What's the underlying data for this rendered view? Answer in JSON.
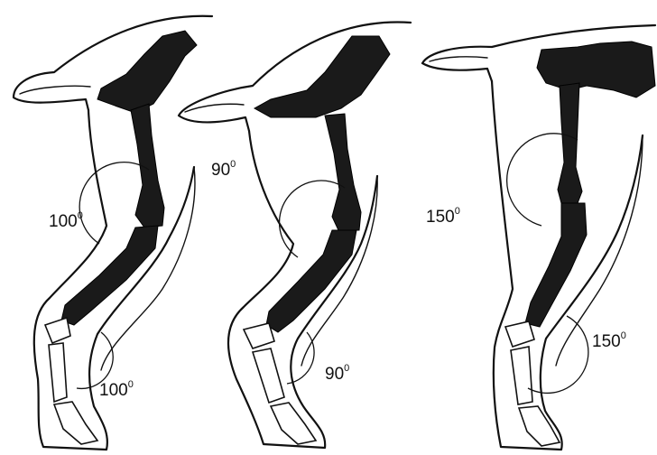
{
  "figure": {
    "legs": [
      {
        "upper_angle": "100",
        "lower_angle": "100",
        "degree_mark": "0"
      },
      {
        "upper_angle": "90",
        "lower_angle": "90",
        "degree_mark": "0"
      },
      {
        "upper_angle": "150",
        "lower_angle": "150",
        "degree_mark": "0"
      }
    ]
  }
}
